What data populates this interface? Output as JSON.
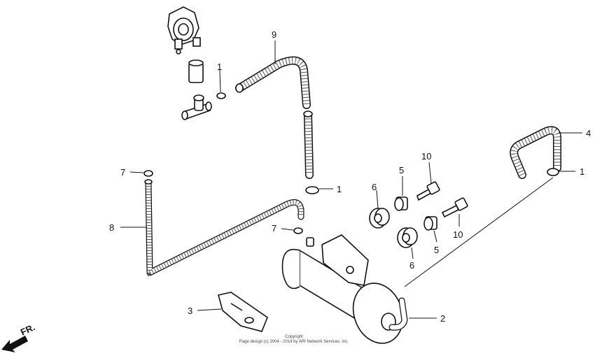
{
  "callouts": {
    "c1a": "1",
    "c1b": "1",
    "c1c": "1",
    "c2": "2",
    "c3": "3",
    "c4": "4",
    "c5a": "5",
    "c5b": "5",
    "c6a": "6",
    "c6b": "6",
    "c7a": "7",
    "c7b": "7",
    "c8": "8",
    "c9": "9",
    "c10a": "10",
    "c10b": "10"
  },
  "direction": {
    "label": "FR."
  },
  "copyright": {
    "line1": "Copyright",
    "line2": "Page design (c) 2004 - 2014 by ARI Network Services, Inc."
  }
}
